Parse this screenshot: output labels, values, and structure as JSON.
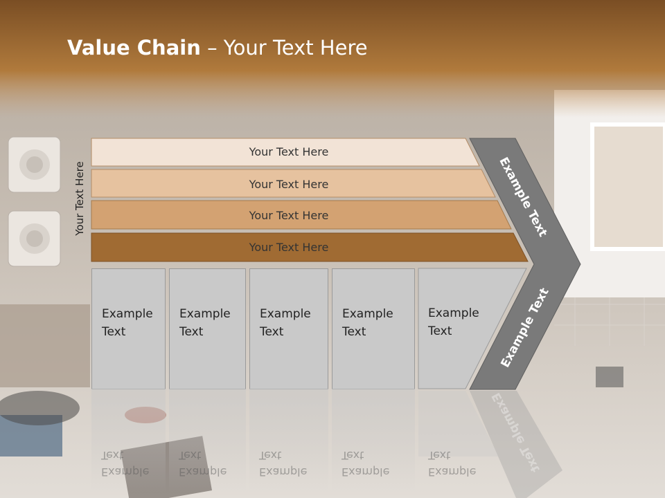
{
  "slide": {
    "title_bold": "Value Chain",
    "title_rest": " – Your Text Here",
    "vertical_label": "Your Text Here",
    "bands": [
      {
        "label": "Your Text Here",
        "color": "#f2e3d6"
      },
      {
        "label": "Your Text Here",
        "color": "#e6c29f"
      },
      {
        "label": "Your Text Here",
        "color": "#d3a272"
      },
      {
        "label": "Your Text Here",
        "color": "#a06b33"
      }
    ],
    "boxes": [
      {
        "line1": "Example",
        "line2": "Text"
      },
      {
        "line1": "Example",
        "line2": "Text"
      },
      {
        "line1": "Example",
        "line2": "Text"
      },
      {
        "line1": "Example",
        "line2": "Text"
      },
      {
        "line1": "Example",
        "line2": "Text"
      }
    ],
    "arrow_top_label": "Example Text",
    "arrow_bottom_label": "Example Text",
    "colors": {
      "header": "#8a5a2a",
      "arrow": "#7a7a7a",
      "box": "#c9c9c9"
    }
  }
}
